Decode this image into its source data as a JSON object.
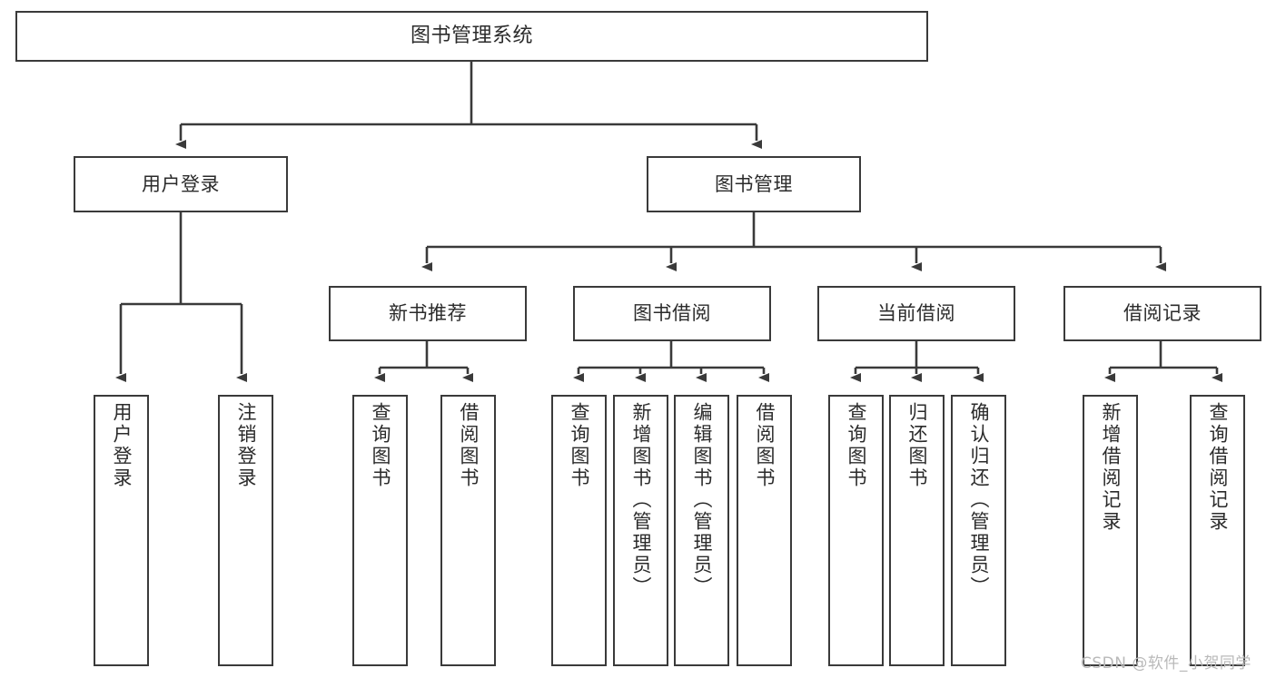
{
  "diagram": {
    "title": "图书管理系统",
    "type": "tree-hierarchy",
    "background_color": "#ffffff",
    "line_color": "#3a3a3a",
    "text_color": "#2b2b2b"
  },
  "nodes": {
    "root": {
      "label": "图书管理系统"
    },
    "level2": [
      {
        "id": "user-login",
        "label": "用户登录"
      },
      {
        "id": "book-manage",
        "label": "图书管理"
      }
    ],
    "level3": [
      {
        "id": "new-book-recommend",
        "label": "新书推荐"
      },
      {
        "id": "book-borrow",
        "label": "图书借阅"
      },
      {
        "id": "current-borrow",
        "label": "当前借阅"
      },
      {
        "id": "borrow-record",
        "label": "借阅记录"
      }
    ],
    "leaves": {
      "user_login": [
        {
          "id": "leaf-user-login",
          "label": "用户登录"
        },
        {
          "id": "leaf-logout-login",
          "label": "注销登录"
        }
      ],
      "new_book_recommend": [
        {
          "id": "leaf-query-book-1",
          "label": "查询图书"
        },
        {
          "id": "leaf-borrow-book-1",
          "label": "借阅图书"
        }
      ],
      "book_borrow": [
        {
          "id": "leaf-query-book-2",
          "label": "查询图书"
        },
        {
          "id": "leaf-add-book",
          "label": "新增图书（管理员）"
        },
        {
          "id": "leaf-edit-book",
          "label": "编辑图书（管理员）"
        },
        {
          "id": "leaf-borrow-book-2",
          "label": "借阅图书"
        }
      ],
      "current_borrow": [
        {
          "id": "leaf-query-book-3",
          "label": "查询图书"
        },
        {
          "id": "leaf-return-book",
          "label": "归还图书"
        },
        {
          "id": "leaf-confirm-return",
          "label": "确认归还（管理员）"
        }
      ],
      "borrow_record": [
        {
          "id": "leaf-add-record",
          "label": "新增借阅记录"
        },
        {
          "id": "leaf-query-record",
          "label": "查询借阅记录"
        }
      ]
    }
  },
  "watermark": {
    "text": "CSDN @软件_小贺同学"
  }
}
